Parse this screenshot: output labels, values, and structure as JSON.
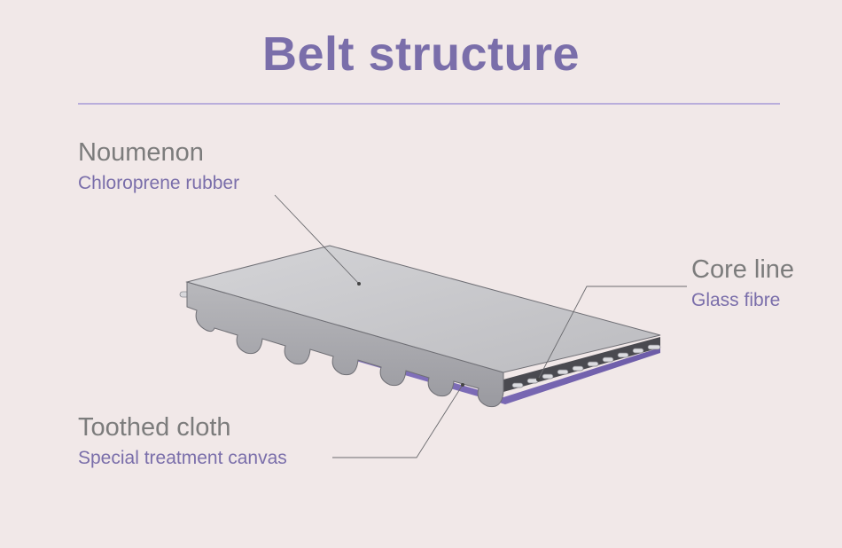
{
  "title": "Belt structure",
  "labels": {
    "noumenon": {
      "main": "Noumenon",
      "sub": "Chloroprene rubber"
    },
    "core_line": {
      "main": "Core line",
      "sub": "Glass fibre"
    },
    "toothed_cloth": {
      "main": "Toothed cloth",
      "sub": "Special treatment canvas"
    }
  },
  "colors": {
    "title": "#7a6eaa",
    "main_label": "#7c7c7c",
    "sub_label": "#7a6eaa",
    "belt_top": "#c9c9cc",
    "canvas": "#7b6ab4"
  }
}
